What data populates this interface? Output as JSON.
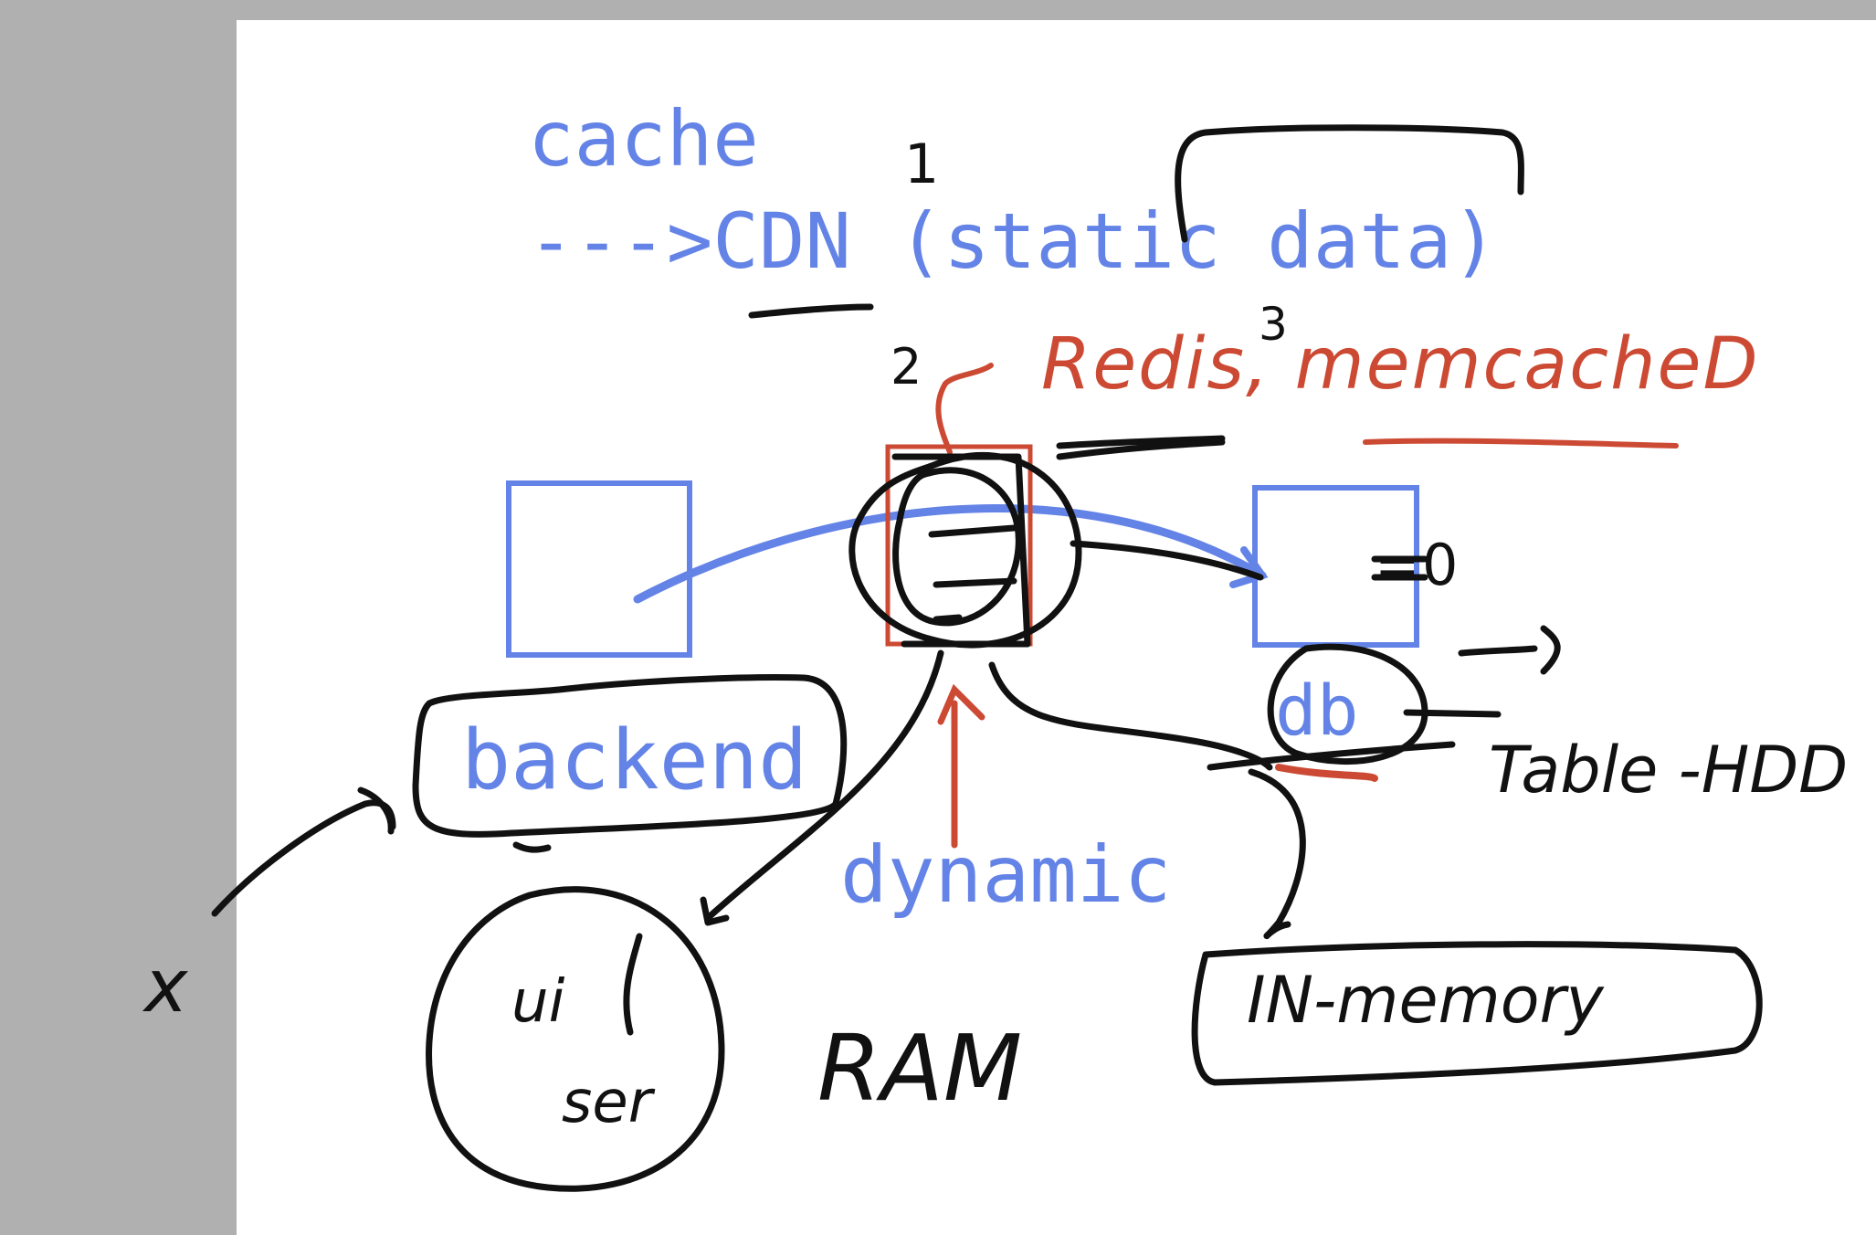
{
  "canvas": {
    "background": "#ffffff",
    "surround": "#b0b0b0"
  },
  "colors": {
    "typed_blue": "#6483e6",
    "pen_black": "#111111",
    "pen_red": "#cc4a33"
  },
  "typed": {
    "cache": "cache",
    "cdn_line": "--->CDN (static data)",
    "backend": "backend",
    "db": "db",
    "dynamic": "dynamic"
  },
  "handwriting": {
    "n1": "1",
    "n2": "2",
    "n3": "3",
    "redis": "Redis, memcacheD",
    "eq_zero": "=0",
    "table_hdd": "Table -HDD",
    "in_memory": "IN-memory",
    "ram": "RAM",
    "ui": "ui",
    "ser": "ser",
    "x": "x"
  }
}
